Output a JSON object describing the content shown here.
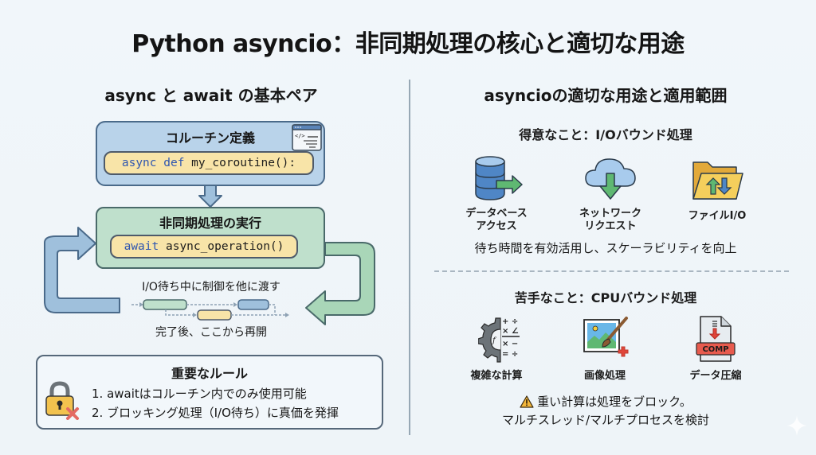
{
  "title": "Python asyncio：非同期処理の核心と適切な用途",
  "left": {
    "heading": "async と await の基本ペア",
    "coroutine_box": {
      "label": "コルーチン定義",
      "code_keyword": "async def",
      "code_rest": " my_coroutine():",
      "icon": "code-window-icon"
    },
    "exec_box": {
      "label": "非同期処理の実行",
      "code_keyword": "await",
      "code_rest": " async_operation()"
    },
    "yield_caption": "I/O待ち中に制御を他に渡す",
    "resume_caption": "完了後、ここから再開",
    "rules": {
      "heading": "重要なルール",
      "items": [
        "1. awaitはコルーチン内でのみ使用可能",
        "2. ブロッキング処理（I/O待ち）に真価を発揮"
      ],
      "icon": "lock-icon"
    }
  },
  "right": {
    "heading": "asyncioの適切な用途と適用範囲",
    "good": {
      "heading": "得意なこと：I/Oバウンド処理",
      "items": [
        {
          "label_line1": "データベース",
          "label_line2": "アクセス",
          "icon": "database-icon"
        },
        {
          "label_line1": "ネットワーク",
          "label_line2": "リクエスト",
          "icon": "cloud-download-icon"
        },
        {
          "label_line1": "ファイルI/O",
          "label_line2": "",
          "icon": "folder-io-icon"
        }
      ],
      "summary": "待ち時間を有効活用し、スケーラビリティを向上"
    },
    "bad": {
      "heading": "苦手なこと：CPUバウンド処理",
      "items": [
        {
          "label": "複雑な計算",
          "icon": "gear-math-icon"
        },
        {
          "label": "画像処理",
          "icon": "image-edit-icon"
        },
        {
          "label": "データ圧縮",
          "icon": "file-compress-icon",
          "badge": "COMP"
        }
      ],
      "warning_line1": "重い計算は処理をブロック。",
      "warning_line2": "マルチスレッド/マルチプロセスを検討"
    }
  },
  "colors": {
    "blue_box": "#b9d3ea",
    "green_box": "#bfe0cc",
    "code_bg": "#f8e4a8",
    "keyword": "#2f56b0",
    "arrow_blue": "#9fc0dc",
    "arrow_green": "#a9d6b8"
  }
}
